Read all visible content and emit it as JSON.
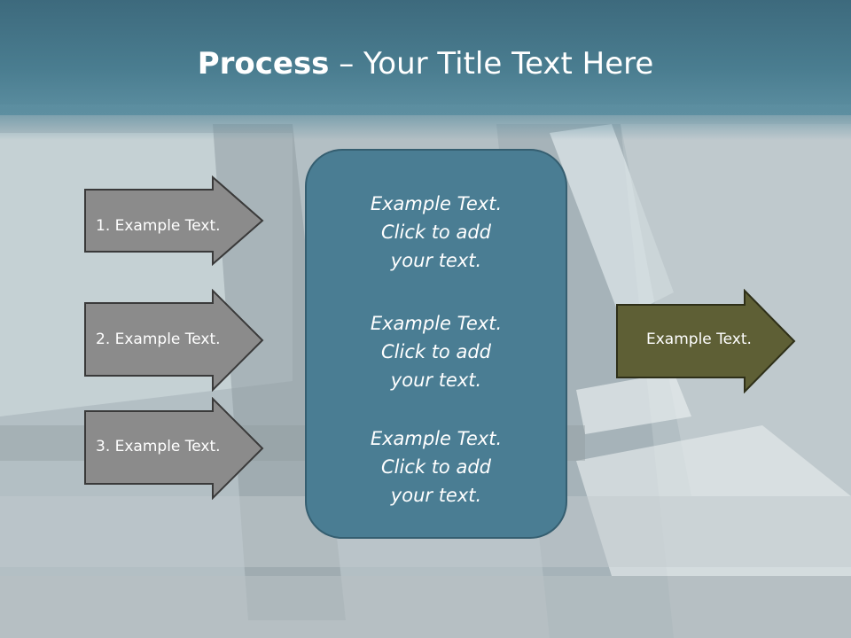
{
  "slide": {
    "title_bold": "Process",
    "title_rest": " – Your Title Text Here"
  },
  "left_arrows": [
    {
      "label": "1. Example Text."
    },
    {
      "label": "2. Example Text."
    },
    {
      "label": "3. Example Text."
    }
  ],
  "center_box": {
    "blocks": [
      {
        "line1": "Example Text.",
        "line2": "Click  to add",
        "line3": "your text."
      },
      {
        "line1": "Example Text.",
        "line2": "Click  to add",
        "line3": "your text."
      },
      {
        "line1": "Example Text.",
        "line2": "Click  to add",
        "line3": "your text."
      }
    ]
  },
  "right_arrow": {
    "label": "Example Text."
  },
  "colors": {
    "header": "#4a7d90",
    "left_arrow_fill": "#8a8a8a",
    "center_box_fill": "#4a7d93",
    "right_arrow_fill": "#5e5f35"
  }
}
